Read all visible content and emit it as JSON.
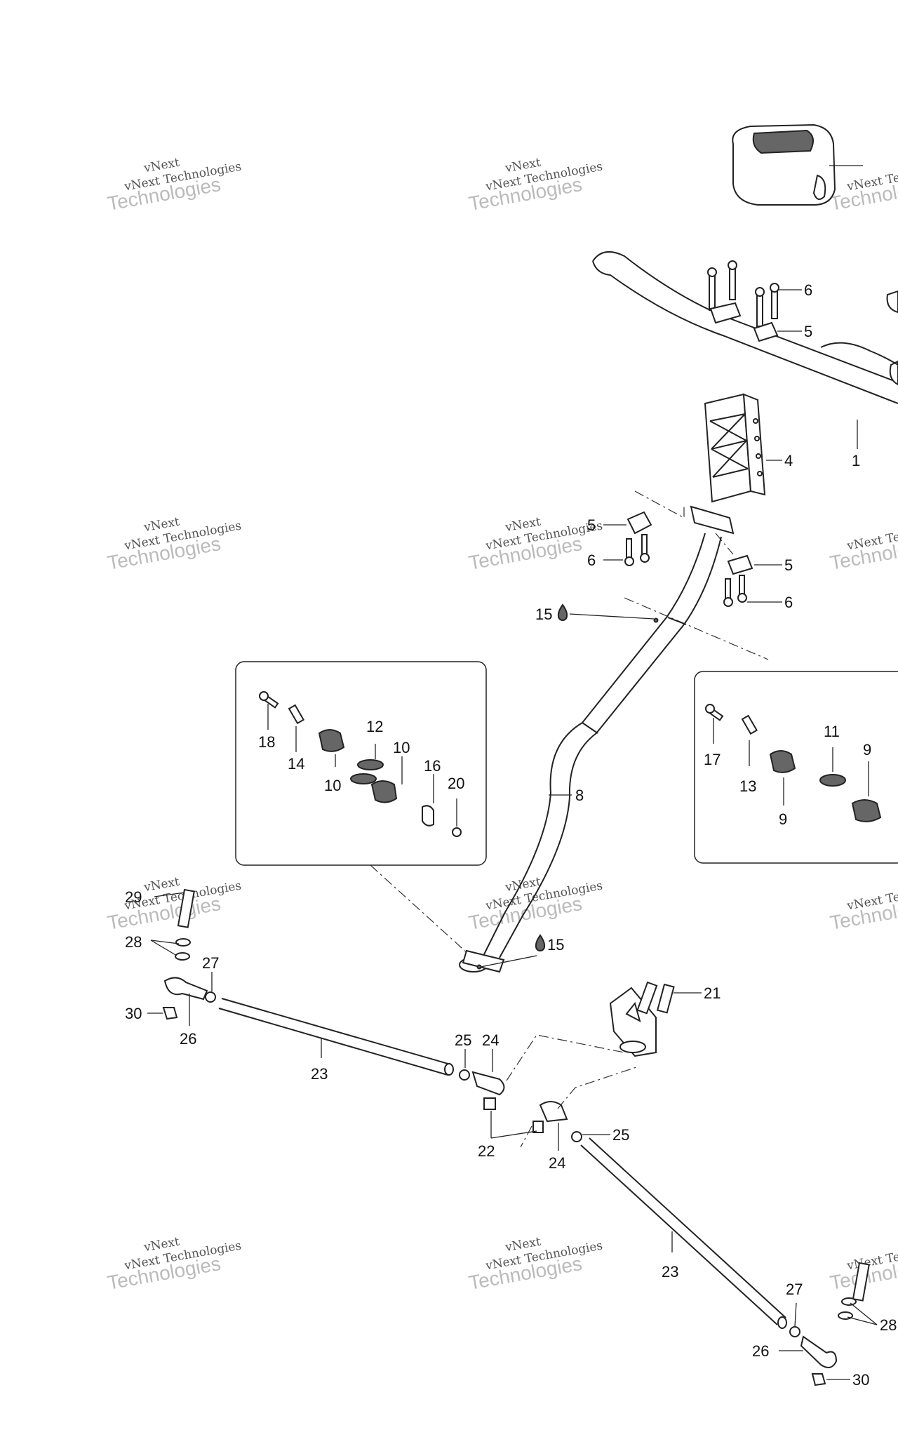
{
  "watermark": {
    "line1": "vNext Technologies",
    "line2": "Technologies",
    "line3": "vNext"
  },
  "callouts": {
    "c1": "1",
    "c4": "4",
    "c5a": "5",
    "c5b": "5",
    "c5c": "5",
    "c6a": "6",
    "c6b": "6",
    "c6c": "6",
    "c8": "8",
    "c15a": "15",
    "c15b": "15",
    "c18": "18",
    "c14": "14",
    "c12": "12",
    "c10a": "10",
    "c10b": "10",
    "c16": "16",
    "c20": "20",
    "c17": "17",
    "c13": "13",
    "c11": "11",
    "c9a": "9",
    "c9b": "9",
    "c29": "29",
    "c28a": "28",
    "c27a": "27",
    "c30a": "30",
    "c26a": "26",
    "c23a": "23",
    "c25a": "25",
    "c24a": "24",
    "c22": "22",
    "c24b": "24",
    "c25b": "25",
    "c21": "21",
    "c23b": "23",
    "c27b": "27",
    "c26b": "26",
    "c28b": "28",
    "c30b": "30"
  }
}
